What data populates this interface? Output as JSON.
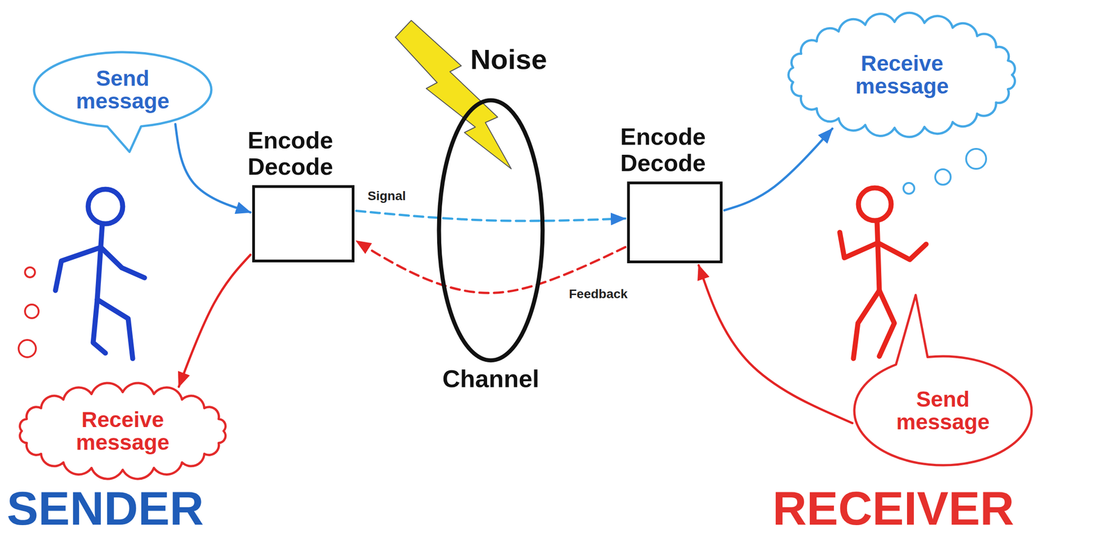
{
  "diagram": {
    "nodes": [
      {
        "text": [
          "Send message"
        ]
      },
      {
        "text": [
          "Receive message"
        ]
      },
      {
        "text": [
          "Encode Decode"
        ]
      },
      {
        "text": [
          "Channel"
        ]
      },
      {
        "text": [
          "Encode Decode"
        ]
      },
      {
        "text": [
          "Receive message"
        ]
      },
      {
        "text": [
          "Send message"
        ]
      }
    ],
    "edges": [
      {
        "from": 0,
        "to": 2,
        "arrow": "to"
      },
      {
        "from": 2,
        "to": 4,
        "label": "Signal",
        "arrow": "to"
      },
      {
        "from": 4,
        "to": 2,
        "label": "Feedback",
        "arrow": "to"
      },
      {
        "from": 2,
        "to": 1,
        "arrow": "to"
      },
      {
        "from": 4,
        "to": 5,
        "arrow": "to"
      },
      {
        "from": 6,
        "to": 4,
        "arrow": "to"
      }
    ],
    "labels": [
      "Noise",
      "SENDER",
      "RECEIVER"
    ]
  }
}
